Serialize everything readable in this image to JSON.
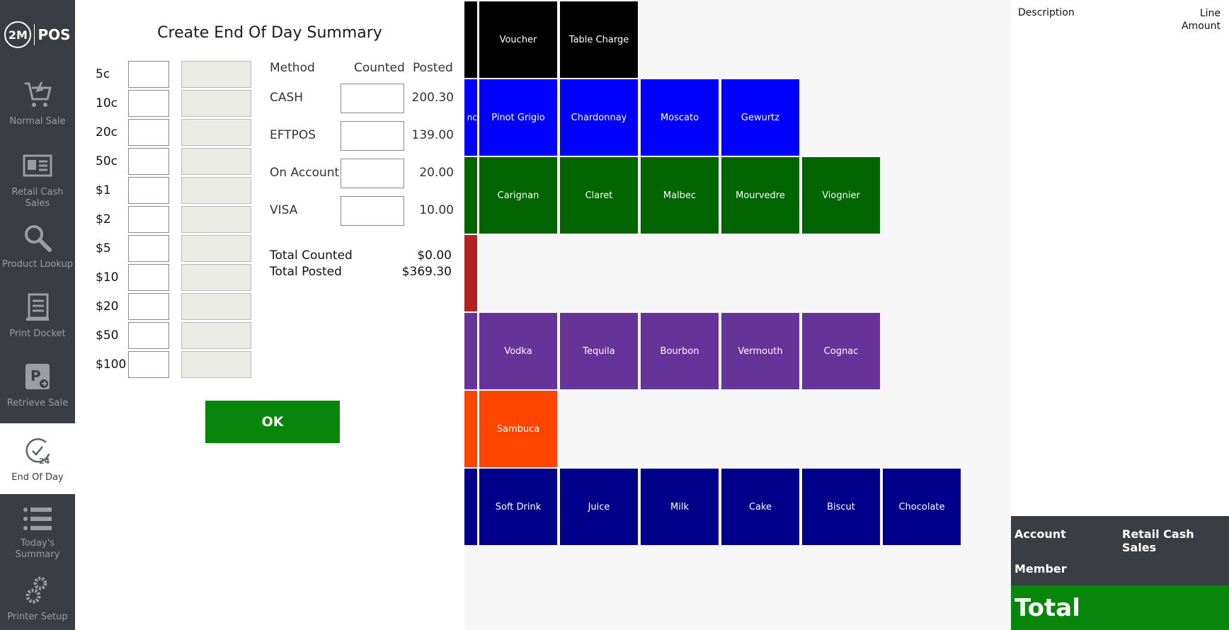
{
  "app": {
    "logo_left": "2M",
    "logo_right": "POS"
  },
  "nav": {
    "items": [
      {
        "label": "Normal Sale",
        "icon": "cart-icon"
      },
      {
        "label": "Retail Cash Sales",
        "icon": "id-card-icon"
      },
      {
        "label": "Product Lookup",
        "icon": "magnifier-icon"
      },
      {
        "label": "Print Docket",
        "icon": "docket-icon"
      },
      {
        "label": "Retrieve Sale",
        "icon": "retrieve-sale-icon"
      },
      {
        "label": "End Of Day",
        "icon": "clock-24-icon",
        "active": true
      },
      {
        "label": "Today's Summary",
        "icon": "list-icon"
      },
      {
        "label": "Printer Setup",
        "icon": "gears-icon"
      }
    ]
  },
  "dialog": {
    "title": "Create End Of Day Summary",
    "denominations": [
      "5c",
      "10c",
      "20c",
      "50c",
      "$1",
      "$2",
      "$5",
      "$10",
      "$20",
      "$50",
      "$100"
    ],
    "headers": {
      "method": "Method",
      "counted": "Counted",
      "posted": "Posted"
    },
    "methods": [
      {
        "name": "CASH",
        "posted": "200.30"
      },
      {
        "name": "EFTPOS",
        "posted": "139.00"
      },
      {
        "name": "On Account",
        "posted": "20.00"
      },
      {
        "name": "VISA",
        "posted": "10.00"
      }
    ],
    "total_counted_label": "Total Counted",
    "total_counted_value": "$0.00",
    "total_posted_label": "Total Posted",
    "total_posted_value": "$369.30",
    "ok_label": "OK"
  },
  "tiles": {
    "rows": [
      {
        "clip_color": "#000000",
        "clip_text": "",
        "color": "#000000",
        "items": [
          "Voucher",
          "Table Charge"
        ]
      },
      {
        "clip_color": "#0000ff",
        "clip_text": "nc",
        "color": "#0000ff",
        "items": [
          "Pinot Grigio",
          "Chardonnay",
          "Moscato",
          "Gewurtz"
        ]
      },
      {
        "clip_color": "#006400",
        "clip_text": "",
        "color": "#006400",
        "items": [
          "Carignan",
          "Claret",
          "Malbec",
          "Mourvedre",
          "Viognier"
        ]
      },
      {
        "clip_color": "#b22222",
        "clip_text": "",
        "color": "#b22222",
        "items": []
      },
      {
        "clip_color": "#663399",
        "clip_text": "",
        "color": "#663399",
        "items": [
          "Vodka",
          "Tequila",
          "Bourbon",
          "Vermouth",
          "Cognac"
        ]
      },
      {
        "clip_color": "#ff4500",
        "clip_text": "",
        "color": "#ff4500",
        "items": [
          "Sambuca"
        ]
      },
      {
        "clip_color": "#00008b",
        "clip_text": "",
        "color": "#00008b",
        "items": [
          "Soft Drink",
          "Juice",
          "Milk",
          "Cake",
          "Biscut",
          "Chocolate"
        ]
      }
    ]
  },
  "cart": {
    "description_header": "Description",
    "amount_header_line1": "Line",
    "amount_header_line2": "Amount",
    "account_label": "Account",
    "account_value": "Retail Cash Sales",
    "member_label": "Member",
    "total_label": "Total"
  }
}
